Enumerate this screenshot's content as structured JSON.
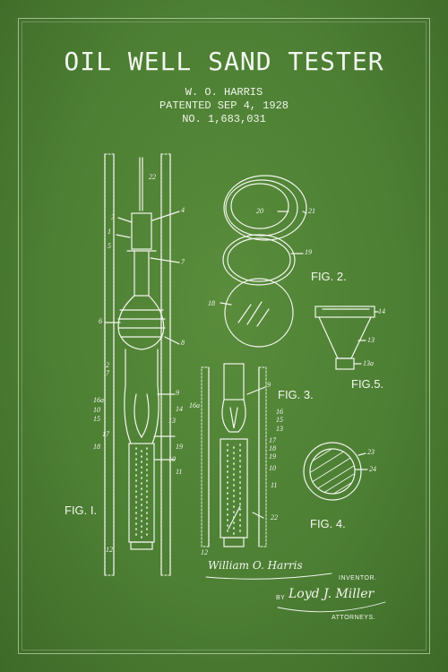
{
  "title": "OIL WELL SAND TESTER",
  "inventor_name": "W. O. HARRIS",
  "patent_date": "PATENTED SEP 4, 1928",
  "patent_number": "NO. 1,683,031",
  "figures": {
    "fig1": "FIG. I.",
    "fig2": "FIG. 2.",
    "fig3": "FIG. 3.",
    "fig4": "FIG. 4.",
    "fig5": "FIG.5."
  },
  "signature": {
    "inventor_signature": "William O. Harris",
    "inventor_caption": "INVENTOR.",
    "by": "BY",
    "attorney_signature": "Loyd J. Miller",
    "attorney_caption": "ATTORNEYS."
  },
  "reference_numbers": {
    "fig1": [
      "22",
      "4",
      "3",
      "1",
      "5",
      "7",
      "6",
      "8",
      "2",
      "7",
      "9",
      "16a",
      "10",
      "15",
      "17",
      "18",
      "19",
      "10",
      "11",
      "12",
      "14",
      "13"
    ],
    "fig2": [
      "20",
      "21",
      "19",
      "18"
    ],
    "fig3": [
      "9",
      "16a",
      "16",
      "15",
      "13",
      "17",
      "18",
      "19",
      "10",
      "11",
      "22",
      "12"
    ],
    "fig4": [
      "23",
      "24"
    ],
    "fig5": [
      "14",
      "13",
      "13a"
    ]
  },
  "colors": {
    "background": "#4d7f34",
    "line": "#f2f6ee"
  }
}
